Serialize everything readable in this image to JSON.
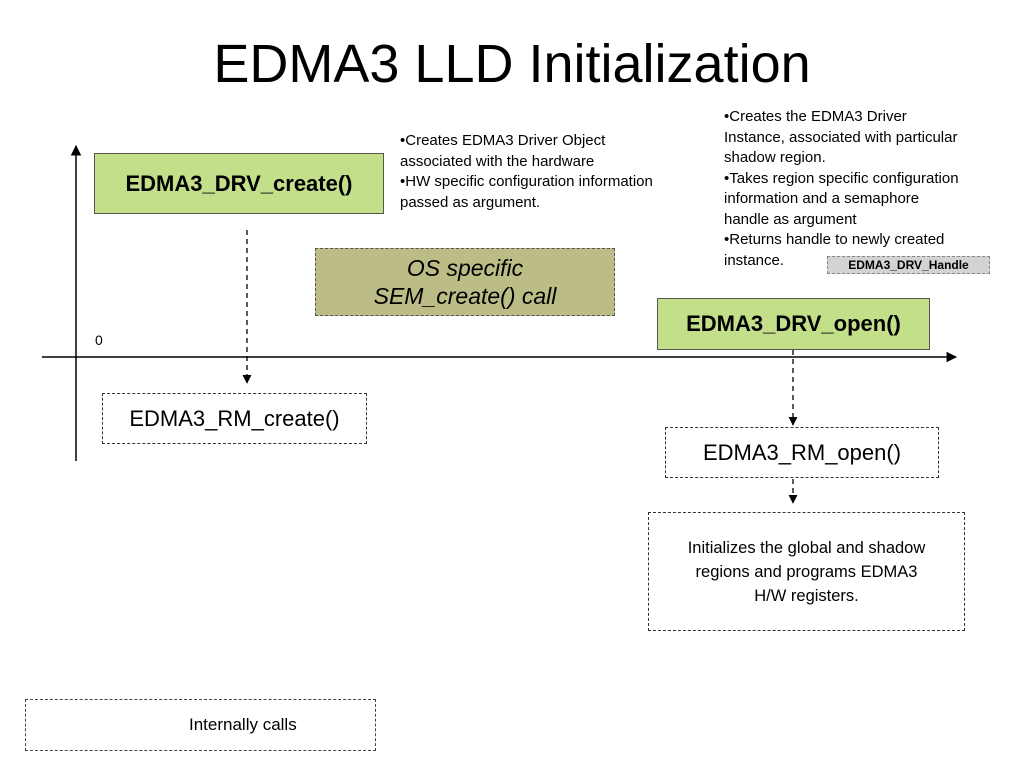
{
  "title": "EDMA3 LLD Initialization",
  "axis_origin_label": "0",
  "boxes": {
    "drv_create": "EDMA3_DRV_create()",
    "drv_open": "EDMA3_DRV_open()",
    "rm_create": "EDMA3_RM_create()",
    "rm_open": "EDMA3_RM_open()",
    "os_sem": {
      "line1": "OS specific",
      "line2": "SEM_create() call"
    },
    "init_regions": {
      "line1": "Initializes the global and shadow",
      "line2": "regions and programs EDMA3",
      "line3": "H/W registers."
    }
  },
  "notes": {
    "create_note": [
      "•Creates EDMA3 Driver Object",
      "associated with the hardware",
      "•HW specific configuration information",
      "passed as  argument."
    ],
    "open_note": [
      "•Creates the EDMA3 Driver",
      "Instance, associated with particular",
      "shadow region.",
      "•Takes region specific configuration",
      "information and a semaphore",
      "handle as argument",
      "•Returns handle to newly created",
      "instance."
    ]
  },
  "handle_badge": "EDMA3_DRV_Handle",
  "legend": {
    "label": "Internally calls"
  },
  "colors": {
    "green_box": "#c4df8a",
    "os_box": "#bcbc86",
    "badge": "#d3d3d3"
  }
}
